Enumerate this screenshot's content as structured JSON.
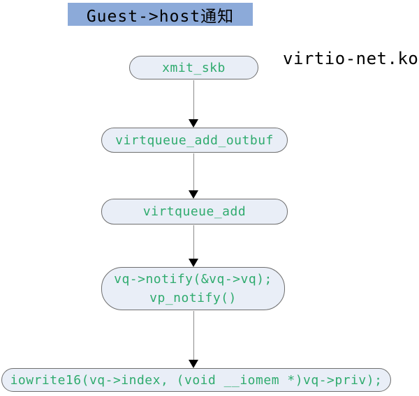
{
  "title": {
    "label": "Guest->host通知"
  },
  "module_label": "virtio-net.ko",
  "flowchart": {
    "nodes": [
      {
        "id": "xmit_skb",
        "label": "xmit_skb"
      },
      {
        "id": "virtqueue_add_outbuf",
        "label": "virtqueue_add_outbuf"
      },
      {
        "id": "virtqueue_add",
        "label": "virtqueue_add"
      },
      {
        "id": "vp_notify",
        "lines": [
          "vq->notify(&vq->vq);",
          "vp_notify()"
        ]
      },
      {
        "id": "iowrite16",
        "label": "iowrite16(vq->index, (void __iomem *)vq->priv);"
      }
    ],
    "edges": [
      {
        "from": "xmit_skb",
        "to": "virtqueue_add_outbuf"
      },
      {
        "from": "virtqueue_add_outbuf",
        "to": "virtqueue_add"
      },
      {
        "from": "virtqueue_add",
        "to": "vp_notify"
      },
      {
        "from": "vp_notify",
        "to": "iowrite16"
      }
    ]
  },
  "colors": {
    "title_background": "#8caad9",
    "node_fill": "#e9eef7",
    "node_border": "#6e6e6e",
    "node_text": "#2fab6e",
    "arrow_line": "#8c8c8c",
    "arrow_head": "#000000",
    "plain_text": "#000000",
    "page_background": "#ffffff"
  }
}
